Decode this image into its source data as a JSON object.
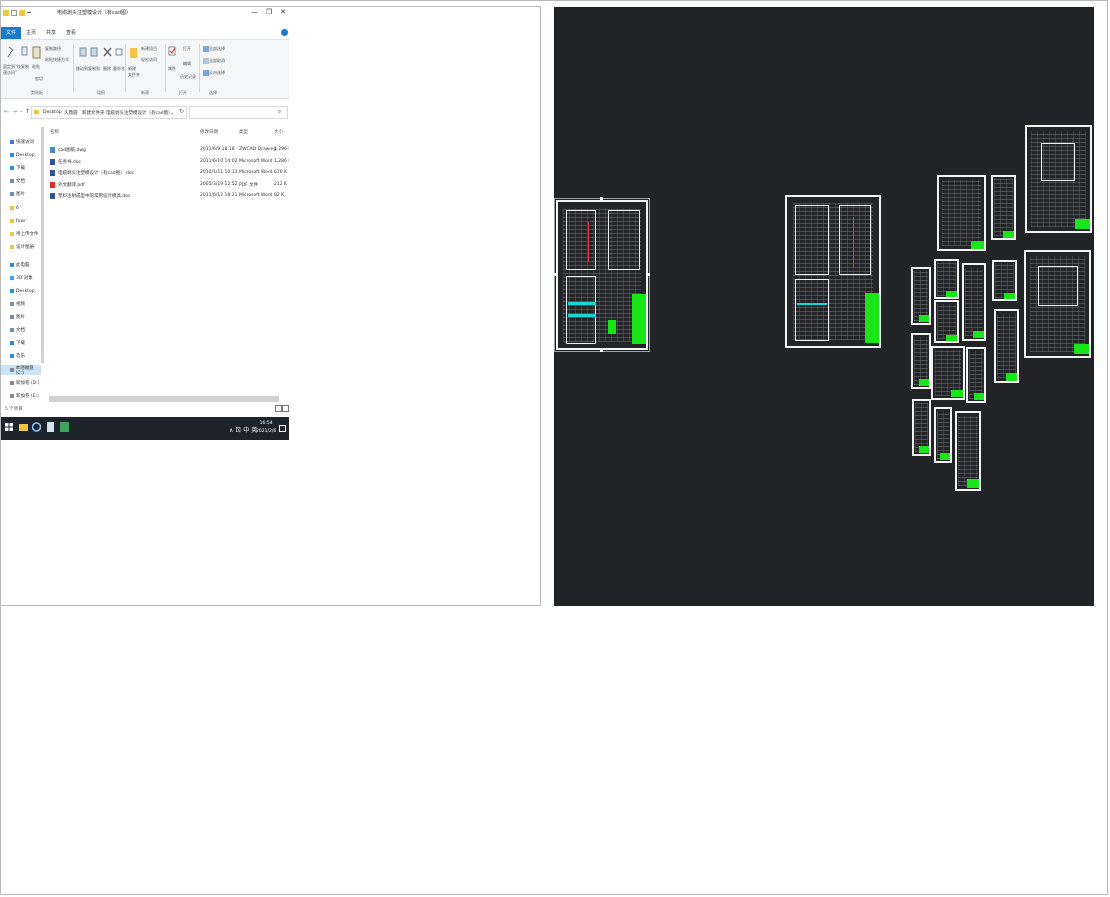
{
  "explorer": {
    "window_title": "电缆剥头注塑模设计（有cad图）",
    "window_controls": {
      "minimize": "—",
      "maximize": "❐",
      "close": "✕"
    },
    "tabs": [
      "文件",
      "主页",
      "共享",
      "查看"
    ],
    "ribbon": {
      "pin_label": "固定到\"快速访问\"",
      "copy_label": "复制",
      "paste_label": "粘贴",
      "copy_path": "复制路径",
      "paste_shortcut": "粘贴快捷方式",
      "cut": "剪切",
      "clipboard_group": "剪贴板",
      "move_to": "移动到",
      "copy_to": "复制到",
      "delete": "删除",
      "rename": "重命名",
      "organize_group": "组织",
      "new_folder": "新建\n文件夹",
      "new_item": "新建项目",
      "easy_access": "轻松访问",
      "new_group": "新建",
      "properties": "属性",
      "open": "打开",
      "edit": "编辑",
      "history": "历史记录",
      "open_group": "打开",
      "select_all": "全部选择",
      "select_none": "全部取消",
      "invert_selection": "反向选择",
      "select_group": "选择"
    },
    "address": {
      "back": "←",
      "forward": "→",
      "recent": "⌄",
      "up": "↑",
      "crumbs": [
        "Desktop",
        "久鼎圆",
        "新建文件夹",
        "电缆剥头注塑模设计（有cad图）"
      ],
      "dropdown": "⌄",
      "refresh": "↻",
      "search_icon": "⌕"
    },
    "nav": [
      {
        "label": "快速访问",
        "color": "#3a7bd5"
      },
      {
        "label": "Desktop",
        "color": "#2f8fd8"
      },
      {
        "label": "下载",
        "color": "#2f8fd8"
      },
      {
        "label": "文档",
        "color": "#6d8fb0"
      },
      {
        "label": "图片",
        "color": "#6d8fb0"
      },
      {
        "label": "6",
        "color": "#f3c441"
      },
      {
        "label": "fuwr",
        "color": "#f3c441"
      },
      {
        "label": "待上传文件",
        "color": "#f3c441"
      },
      {
        "label": "设计图册",
        "color": "#f3c441"
      },
      {
        "label": "此电脑",
        "color": "#2f8fd8"
      },
      {
        "label": "3D 对象",
        "color": "#47a3e8"
      },
      {
        "label": "Desktop",
        "color": "#2f8fd8"
      },
      {
        "label": "视频",
        "color": "#6d8fb0"
      },
      {
        "label": "图片",
        "color": "#6d8fb0"
      },
      {
        "label": "文档",
        "color": "#6d8fb0"
      },
      {
        "label": "下载",
        "color": "#2f8fd8"
      },
      {
        "label": "音乐",
        "color": "#2f8fd8"
      },
      {
        "label": "本地磁盘 (C:)",
        "color": "#888888",
        "selected": true
      },
      {
        "label": "新加卷 (D:)",
        "color": "#888888"
      },
      {
        "label": "新加卷 (E:)",
        "color": "#888888"
      }
    ],
    "columns": {
      "name": "名称",
      "date": "修改日期",
      "type": "类型",
      "size": "大小"
    },
    "files": [
      {
        "name": "cad图纸.dwg",
        "date": "2011/6/9 18:18",
        "type": "ZWCAD Drawing",
        "size": "1,296 K",
        "icon_color": "#4a86c8"
      },
      {
        "name": "任务书.doc",
        "date": "2011/6/10 14:02",
        "type": "Microsoft Word ...",
        "size": "1,286 K",
        "icon_color": "#2b5797"
      },
      {
        "name": "电缆剥头注塑模设计（有cad图）.doc",
        "date": "2010/1/11 10:13",
        "type": "Microsoft Word ...",
        "size": "676 K",
        "icon_color": "#2b5797"
      },
      {
        "name": "外文翻译.pdf",
        "date": "2005/3/19 12:52",
        "type": "PDF 文件",
        "size": "212 K",
        "icon_color": "#d93025"
      },
      {
        "name": "塑料注射成型中的常用设计模具.doc",
        "date": "2011/6/12 18:21",
        "type": "Microsoft Word ...",
        "size": "92 K",
        "icon_color": "#2b5797"
      }
    ],
    "status": "5 个项目",
    "taskbar": {
      "tray_text": "∧ ㄖ 中 英",
      "time": "16:54",
      "date": "2021/2/6"
    }
  },
  "colors": {
    "ribbon_active": "#1979ca",
    "cad_background": "#212326",
    "title_block_green": "#19e619",
    "cyan_accent": "#18d6d6"
  }
}
